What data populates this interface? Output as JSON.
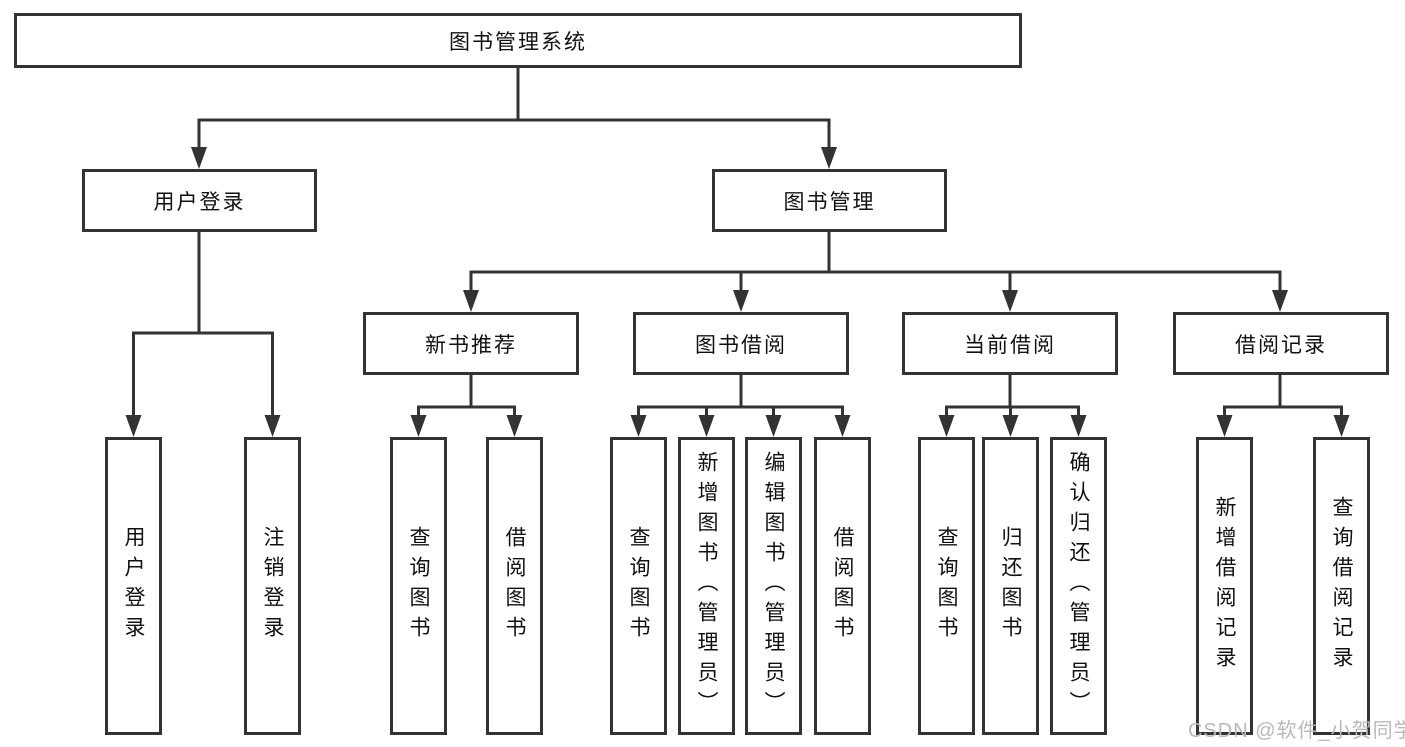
{
  "diagram": {
    "type": "hierarchy-tree",
    "colors": {
      "line": "#333333",
      "text": "#111111",
      "background": "#ffffff",
      "watermark": "#b9b9b9"
    },
    "nodes": {
      "root": "图书管理系统",
      "l1": [
        "用户登录",
        "图书管理"
      ],
      "l2": [
        "新书推荐",
        "图书借阅",
        "当前借阅",
        "借阅记录"
      ],
      "user_children": [
        "用户登录",
        "注销登录"
      ],
      "recommend_children": [
        "查询图书",
        "借阅图书"
      ],
      "borrow_children": [
        "查询图书",
        "新增图书（管理员）",
        "编辑图书（管理员）",
        "借阅图书"
      ],
      "current_children": [
        "查询图书",
        "归还图书",
        "确认归还（管理员）"
      ],
      "records_children": [
        "新增借阅记录",
        "查询借阅记录"
      ]
    }
  },
  "watermark": {
    "text": "CSDN @软件_小贺同学"
  }
}
